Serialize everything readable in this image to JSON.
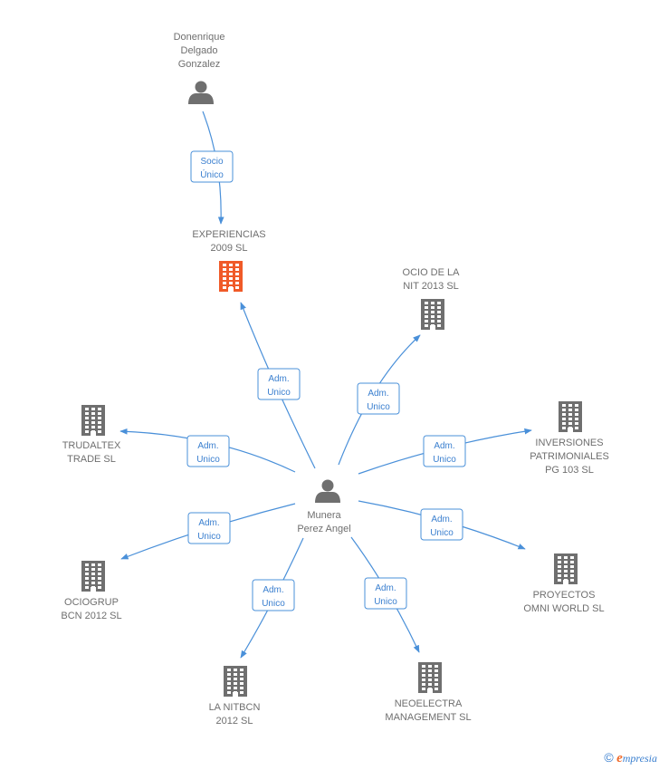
{
  "colors": {
    "edge": "#4a90d9",
    "label": "#6f6f6f",
    "icon": "#6f6f6f",
    "highlight": "#f05a28"
  },
  "nodes": {
    "donenrique": {
      "type": "person",
      "lines": [
        "Donenrique",
        "Delgado",
        "Gonzalez"
      ]
    },
    "center": {
      "type": "person",
      "lines": [
        "Munera",
        "Perez Angel"
      ]
    },
    "experiencias": {
      "type": "company",
      "highlight": true,
      "lines": [
        "EXPERIENCIAS",
        "2009 SL"
      ]
    },
    "ocio_nit": {
      "type": "company",
      "lines": [
        "OCIO DE LA",
        "NIT 2013 SL"
      ]
    },
    "trudaltex": {
      "type": "company",
      "lines": [
        "TRUDALTEX",
        "TRADE SL"
      ]
    },
    "inversiones": {
      "type": "company",
      "lines": [
        "INVERSIONES",
        "PATRIMONIALES",
        "PG 103  SL"
      ]
    },
    "ociogrup": {
      "type": "company",
      "lines": [
        "OCIOGRUP",
        "BCN 2012 SL"
      ]
    },
    "proyectos": {
      "type": "company",
      "lines": [
        "PROYECTOS",
        "OMNI WORLD SL"
      ]
    },
    "la_nitbcn": {
      "type": "company",
      "lines": [
        "LA NITBCN",
        "2012 SL"
      ]
    },
    "neoelectra": {
      "type": "company",
      "lines": [
        "NEOELECTRA",
        "MANAGEMENT SL"
      ]
    }
  },
  "edges": [
    {
      "id": "e0",
      "from": "donenrique",
      "to": "experiencias",
      "label": [
        "Socio",
        "Único"
      ]
    },
    {
      "id": "e1",
      "from": "center",
      "to": "experiencias",
      "label": [
        "Adm.",
        "Unico"
      ]
    },
    {
      "id": "e2",
      "from": "center",
      "to": "ocio_nit",
      "label": [
        "Adm.",
        "Unico"
      ]
    },
    {
      "id": "e3",
      "from": "center",
      "to": "trudaltex",
      "label": [
        "Adm.",
        "Unico"
      ]
    },
    {
      "id": "e4",
      "from": "center",
      "to": "inversiones",
      "label": [
        "Adm.",
        "Unico"
      ]
    },
    {
      "id": "e5",
      "from": "center",
      "to": "ociogrup",
      "label": [
        "Adm.",
        "Unico"
      ]
    },
    {
      "id": "e6",
      "from": "center",
      "to": "proyectos",
      "label": [
        "Adm.",
        "Unico"
      ]
    },
    {
      "id": "e7",
      "from": "center",
      "to": "la_nitbcn",
      "label": [
        "Adm.",
        "Unico"
      ]
    },
    {
      "id": "e8",
      "from": "center",
      "to": "neoelectra",
      "label": [
        "Adm.",
        "Unico"
      ]
    }
  ],
  "footer": {
    "copyright_symbol": "©",
    "brand_initial": "e",
    "brand_rest": "mpresia"
  }
}
